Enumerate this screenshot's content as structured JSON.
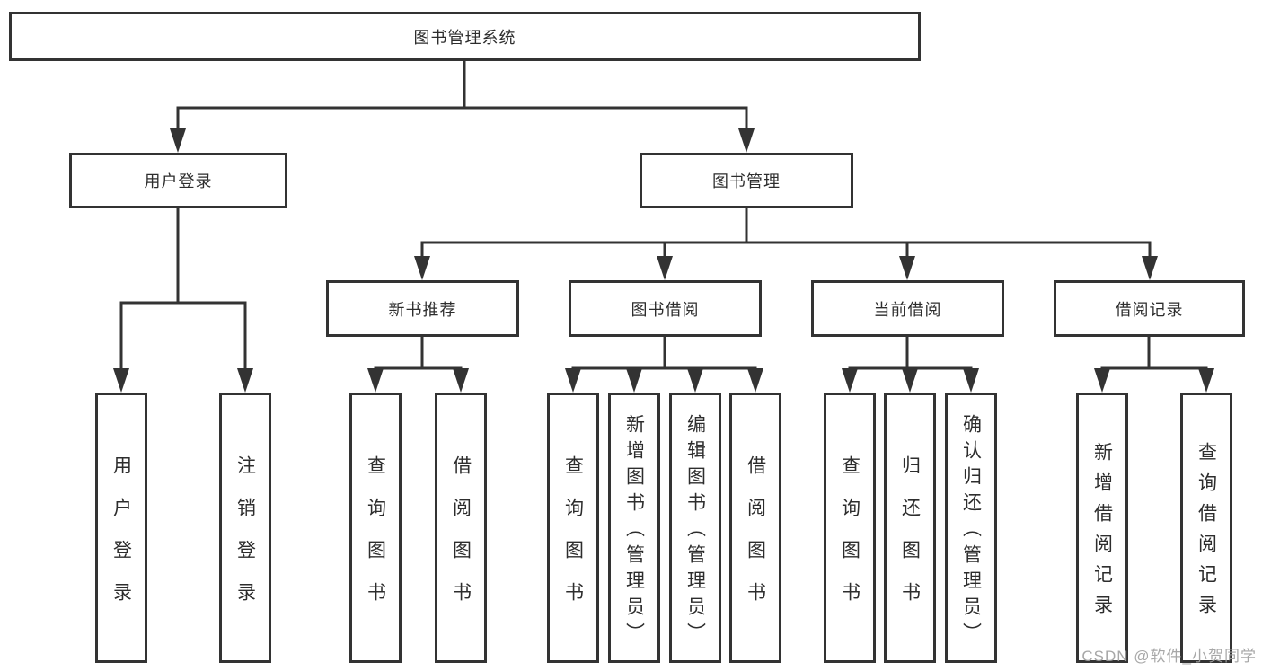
{
  "colors": {
    "line": "#333333",
    "box_border": "#333333",
    "text": "#2d2d2d",
    "background": "#ffffff",
    "watermark": "#a0a0a0"
  },
  "watermark": "CSDN @软件_小贺同学",
  "tree": {
    "label": "图书管理系统",
    "children": [
      {
        "label": "用户登录",
        "children": [
          {
            "label": "用户登录"
          },
          {
            "label": "注销登录"
          }
        ]
      },
      {
        "label": "图书管理",
        "children": [
          {
            "label": "新书推荐",
            "children": [
              {
                "label": "查询图书"
              },
              {
                "label": "借阅图书"
              }
            ]
          },
          {
            "label": "图书借阅",
            "children": [
              {
                "label": "查询图书"
              },
              {
                "label": "新增图书（管理员）"
              },
              {
                "label": "编辑图书（管理员）"
              },
              {
                "label": "借阅图书"
              }
            ]
          },
          {
            "label": "当前借阅",
            "children": [
              {
                "label": "查询图书"
              },
              {
                "label": "归还图书"
              },
              {
                "label": "确认归还（管理员）"
              }
            ]
          },
          {
            "label": "借阅记录",
            "children": [
              {
                "label": "新增借阅记录"
              },
              {
                "label": "查询借阅记录"
              }
            ]
          }
        ]
      }
    ]
  }
}
